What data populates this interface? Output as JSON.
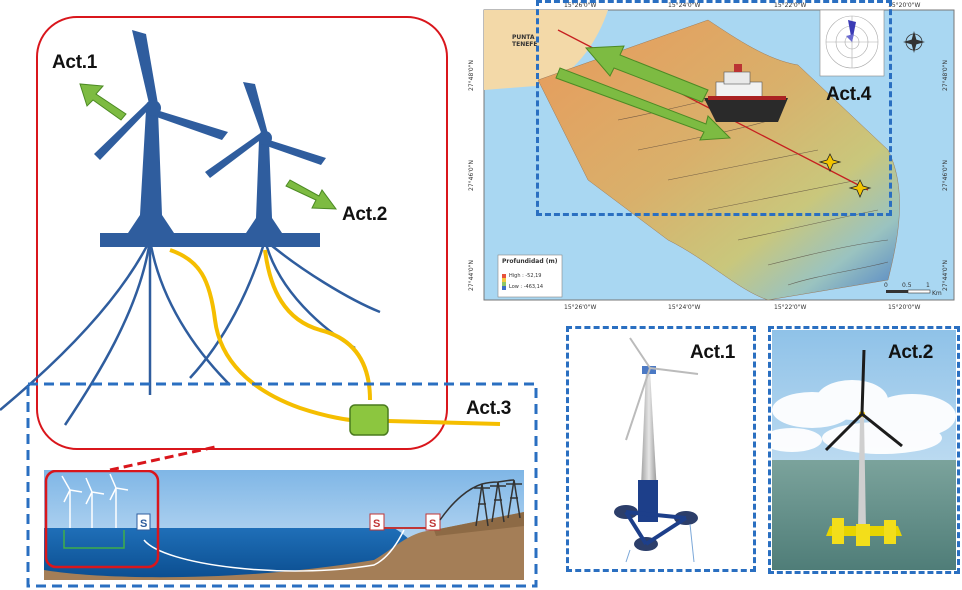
{
  "labels": {
    "act1_main": "Act.1",
    "act2_main": "Act.2",
    "act3": "Act.3",
    "act4": "Act.4",
    "act1_photo": "Act.1",
    "act2_photo": "Act.2"
  },
  "map": {
    "place_name_1": "PUNTA",
    "place_name_2": "TENEFE",
    "top_ticks": [
      "15°26'0\"W",
      "15°24'0\"W",
      "15°22'0\"W",
      "15°20'0\"W"
    ],
    "bottom_ticks": [
      "15°26'0\"W",
      "15°24'0\"W",
      "15°22'0\"W",
      "15°20'0\"W"
    ],
    "left_ticks": [
      "27°48'0\"N",
      "27°46'0\"N",
      "27°44'0\"N"
    ],
    "right_ticks": [
      "27°48'0\"N",
      "27°46'0\"N",
      "27°44'0\"N"
    ],
    "legend_title": "Profundidad (m)",
    "legend_high": "High : -52,19",
    "legend_low": "Low : -463,14",
    "scale_labels": [
      "0",
      "0.5",
      "1"
    ],
    "scale_unit": "Km"
  },
  "cross_section": {
    "substation_symbol": "S"
  },
  "colors": {
    "turbine_blue": "#2f5d9e",
    "cable_yellow": "#f5be00",
    "arrow_green": "#7dbb42",
    "frame_red": "#d9161c",
    "dash_blue": "#2a6fc1",
    "substation_green": "#8cc63f"
  }
}
